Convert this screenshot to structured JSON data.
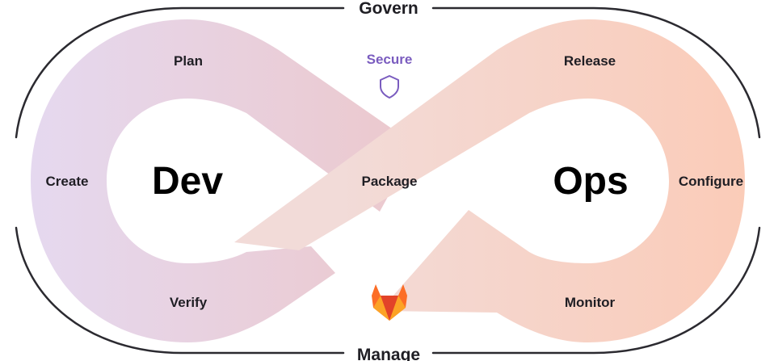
{
  "colors": {
    "dev_gradient_start": "#e5d9f0",
    "dev_gradient_end": "#ecc8cc",
    "ops_gradient_start": "#f2dbd8",
    "ops_gradient_end": "#fbcbb7",
    "frame": "#2b2a30",
    "secure_accent": "#7a5cbf",
    "text": "#1f1e24",
    "logo": "#fc6d26"
  },
  "frame": {
    "top_label": "Govern",
    "bottom_label": "Manage"
  },
  "loop": {
    "left_title": "Dev",
    "right_title": "Ops"
  },
  "stages": {
    "plan": "Plan",
    "create": "Create",
    "verify": "Verify",
    "package": "Package",
    "release": "Release",
    "configure": "Configure",
    "monitor": "Monitor"
  },
  "secure": {
    "label": "Secure",
    "icon": "shield-icon"
  },
  "logo": {
    "icon": "gitlab-tanuki-icon"
  }
}
